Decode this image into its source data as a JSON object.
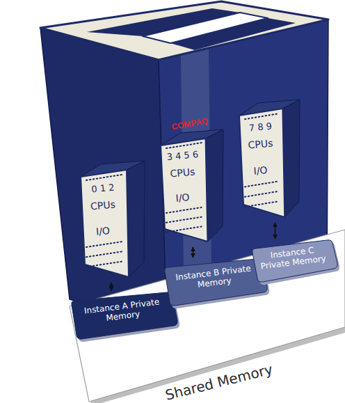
{
  "diagram": {
    "nodes": [
      {
        "text": [
          "COMPAQ"
        ]
      },
      {
        "text": [
          "0 1 2",
          "CPUs",
          "I/O"
        ],
        "in": 0
      },
      {
        "text": [
          "3 4 5 6",
          "CPUs",
          "I/O"
        ],
        "in": 0
      },
      {
        "text": [
          "7 8 9",
          "CPUs",
          "I/O"
        ],
        "in": 0
      },
      {
        "text": [
          "Shared Memory"
        ]
      },
      {
        "text": [
          "Instance A Private Memory"
        ],
        "in": 4
      },
      {
        "text": [
          "Instance B Private Memory"
        ],
        "in": 4
      },
      {
        "text": [
          "Instance C Private Memory"
        ],
        "in": 4
      }
    ],
    "edges": [
      {
        "from": 1,
        "to": 5,
        "arrow": "both"
      },
      {
        "from": 2,
        "to": 6,
        "arrow": "both"
      },
      {
        "from": 3,
        "to": 7,
        "arrow": "both"
      }
    ]
  }
}
